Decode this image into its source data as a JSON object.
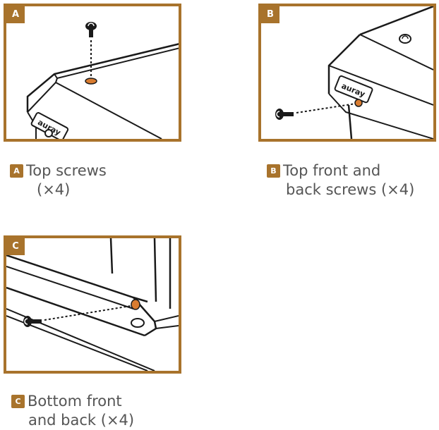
{
  "panels": [
    {
      "label": "A",
      "caption_lines": [
        "Top screws",
        "(×4)"
      ],
      "brand": "auray"
    },
    {
      "label": "B",
      "caption_lines": [
        "Top front and",
        "back screws (×4)"
      ],
      "brand": "auray"
    },
    {
      "label": "C",
      "caption_lines": [
        "Bottom front",
        "and back (×4)"
      ]
    }
  ],
  "colors": {
    "accent": "#a8732c",
    "screw_hole": "#d97c30",
    "caption_text": "#555555"
  }
}
